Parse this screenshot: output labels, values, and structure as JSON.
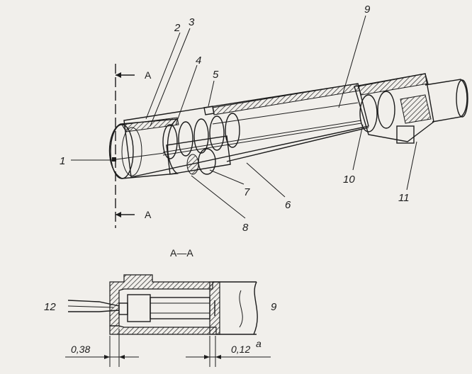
{
  "callouts": {
    "c1": "1",
    "c2": "2",
    "c3": "3",
    "c4": "4",
    "c5": "5",
    "c6": "6",
    "c7": "7",
    "c8": "8",
    "c9": "9",
    "c10": "10",
    "c11": "11",
    "c12": "12",
    "c9b": "9"
  },
  "section_marks": {
    "top": "A",
    "bottom": "A",
    "section_title": "A—A"
  },
  "dimensions": {
    "left": "0,38",
    "right": "0,12",
    "right_sup": "a"
  },
  "colors": {
    "ink": "#1c1c1c",
    "paper": "#f1efeb"
  }
}
